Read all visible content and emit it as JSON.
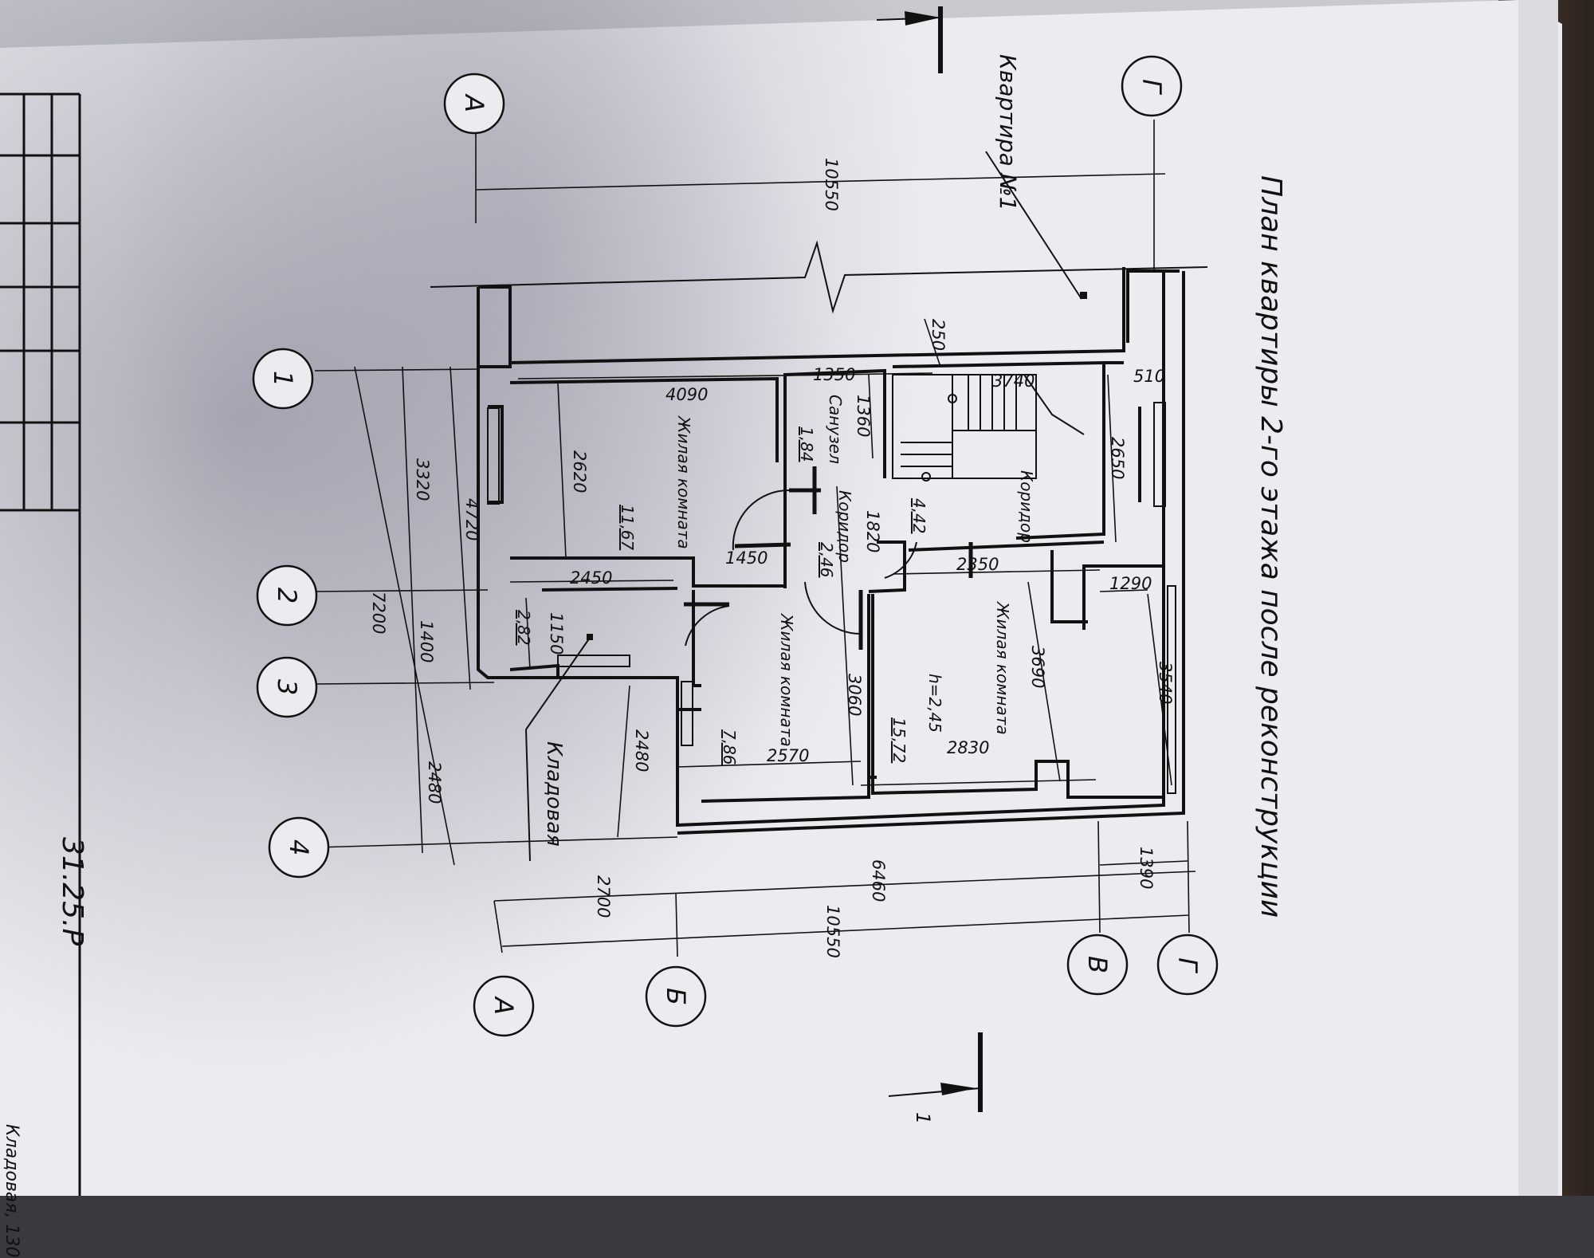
{
  "drawing": {
    "title": "План квартиры 2-го этажа после реконструкции",
    "apartment_label": "Квартира №1",
    "sheet_code": "31.25.Р",
    "section_mark": "1",
    "height_note": "h=2,45",
    "bottom_text": "Кладовая, 130"
  },
  "axes": {
    "letters": [
      "Г",
      "А",
      "В",
      "Г",
      "Б",
      "А"
    ],
    "numbers": [
      "1",
      "2",
      "3",
      "4"
    ]
  },
  "rooms": {
    "living_1": {
      "name": "Жилая комната",
      "area": "11,67"
    },
    "bath": {
      "name": "Санузел",
      "area": "1,84"
    },
    "corridor_1": {
      "name": "Коридор",
      "area": "2,46"
    },
    "corridor_2": {
      "name": "Коридор",
      "area": "4,42"
    },
    "living_2": {
      "name": "Жилая комната",
      "area": "7,86"
    },
    "living_3": {
      "name": "Жилая комната",
      "area": "15,72"
    },
    "pantry": {
      "name": "Кладовая",
      "area": "2,82"
    }
  },
  "dimensions": {
    "d10550_top": "10550",
    "d10550_bottom": "10550",
    "d6460": "6460",
    "d2700": "2700",
    "d1390": "1390",
    "d4720": "4720",
    "d3320": "3320",
    "d1400": "1400",
    "d2480a": "2480",
    "d2480b": "2480",
    "d7200": "7200",
    "d4090": "4090",
    "d2620": "2620",
    "d2450": "2450",
    "d1150": "1150",
    "d1450": "1450",
    "d1350": "1350",
    "d1360": "1360",
    "d250": "250",
    "d3740": "3740",
    "d510": "510",
    "d2650": "2650",
    "d1820": "1820",
    "d2350": "2350",
    "d1290": "1290",
    "d3540": "3540",
    "d3690": "3690",
    "d2830": "2830",
    "d3060": "3060",
    "d2570": "2570"
  }
}
